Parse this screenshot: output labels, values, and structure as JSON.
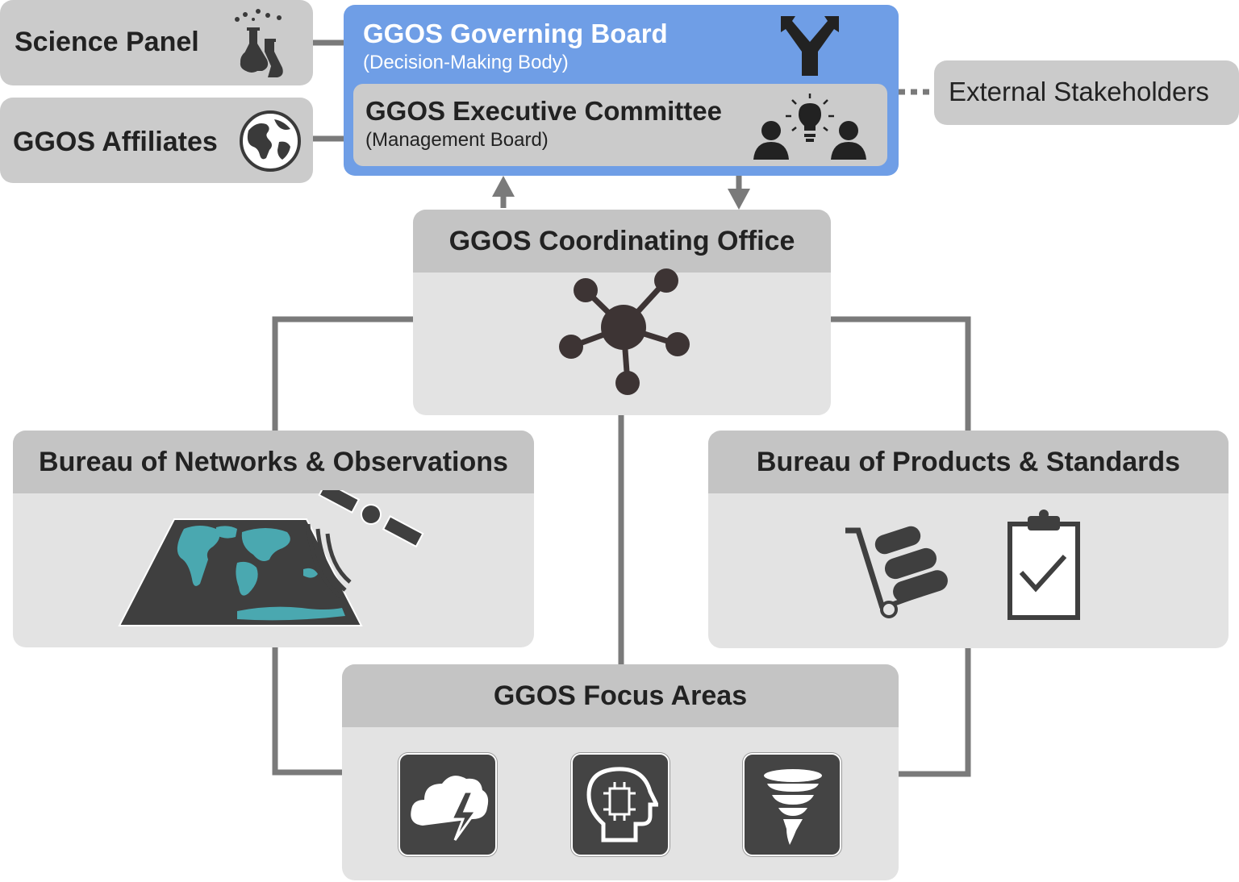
{
  "science_panel": {
    "label": "Science Panel",
    "icon": "flasks-icon"
  },
  "affiliates": {
    "label": "GGOS Affiliates",
    "icon": "globe-icon"
  },
  "governing_board": {
    "title": "GGOS Governing Board",
    "subtitle": "(Decision-Making Body)",
    "icon": "fork-icon",
    "color": "#6f9ee6"
  },
  "executive_committee": {
    "title": "GGOS Executive Committee",
    "subtitle": "(Management Board)",
    "icon": "team-idea-icon"
  },
  "external": {
    "label": "External Stakeholders"
  },
  "coordinating_office": {
    "title": "GGOS Coordinating Office",
    "icon": "network-hub-icon"
  },
  "bureau_networks": {
    "title": "Bureau of Networks & Observations",
    "icon": "map-satellite-icon"
  },
  "bureau_products": {
    "title": "Bureau of Products & Standards",
    "icons": [
      "hand-truck-icon",
      "clipboard-check-icon"
    ]
  },
  "focus_areas": {
    "title": "GGOS Focus Areas",
    "icons": [
      "storm-cloud-icon",
      "ai-head-icon",
      "tornado-icon"
    ]
  }
}
